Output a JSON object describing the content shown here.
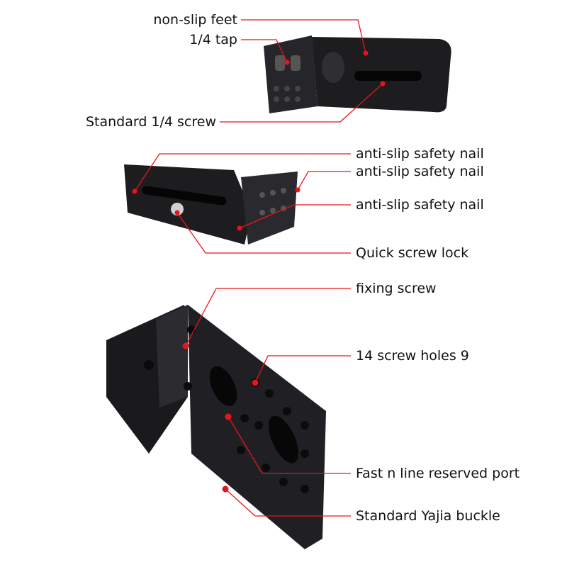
{
  "labels": {
    "non_slip_feet": "non-slip feet",
    "quarter_tap": "1/4 tap",
    "standard_quarter_screw": "Standard 1/4 screw",
    "anti_slip_nail_1": "anti-slip safety nail",
    "anti_slip_nail_2": "anti-slip safety nail",
    "anti_slip_nail_3": "anti-slip safety nail",
    "quick_screw_lock": "Quick screw lock",
    "fixing_screw": "fixing screw",
    "screw_holes": "14 screw holes 9",
    "fast_line_port": "Fast n line reserved port",
    "standard_buckle": "Standard Yajia buckle"
  },
  "colors": {
    "leader": "#e8141b",
    "metal": "#1c1c1e"
  }
}
